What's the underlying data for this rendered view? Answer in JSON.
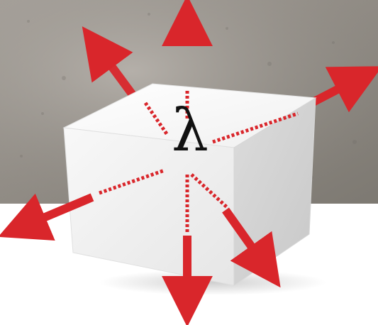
{
  "diagram": {
    "symbol": "λ",
    "arrow_color": "#d9262b",
    "background": {
      "top_texture": "concrete",
      "top_color": "#9b9690",
      "bottom_color": "#ffffff"
    },
    "object": {
      "type": "block",
      "color": "#f2f2f2"
    },
    "arrow_directions": [
      "up",
      "upper-left",
      "upper-right",
      "lower-left",
      "down",
      "lower-right"
    ]
  }
}
